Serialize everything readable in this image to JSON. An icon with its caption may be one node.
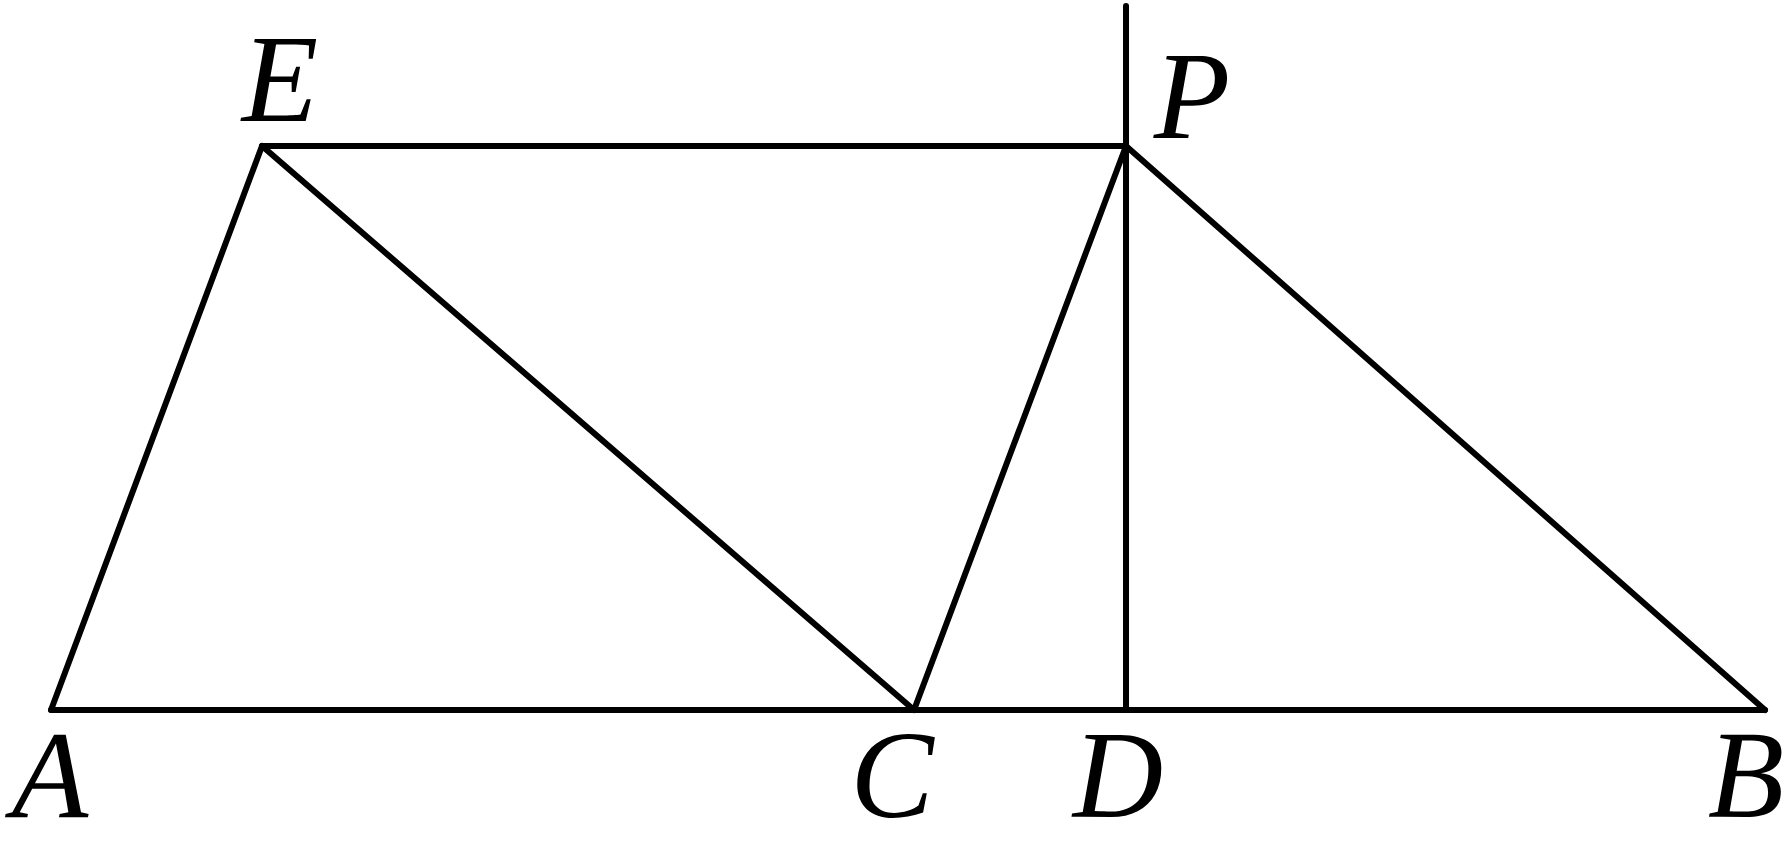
{
  "diagram": {
    "nodes": [
      {
        "text": [
          "E"
        ]
      },
      {
        "text": [
          "P"
        ]
      },
      {
        "text": [
          "A"
        ]
      },
      {
        "text": [
          "C"
        ]
      },
      {
        "text": [
          "D"
        ]
      },
      {
        "text": [
          "B"
        ]
      }
    ],
    "edges": [
      {
        "from": 2,
        "to": 0,
        "arrow": "none"
      },
      {
        "from": 0,
        "to": 1,
        "arrow": "none"
      },
      {
        "from": 0,
        "to": 3,
        "arrow": "none"
      },
      {
        "from": 3,
        "to": 1,
        "arrow": "none"
      },
      {
        "from": 1,
        "to": 5,
        "arrow": "none"
      },
      {
        "from": 2,
        "to": 5,
        "arrow": "none"
      },
      {
        "from": 4,
        "to": 1,
        "arrow": "none"
      },
      {
        "from": 1,
        "to": null,
        "arrow": "none"
      }
    ]
  }
}
